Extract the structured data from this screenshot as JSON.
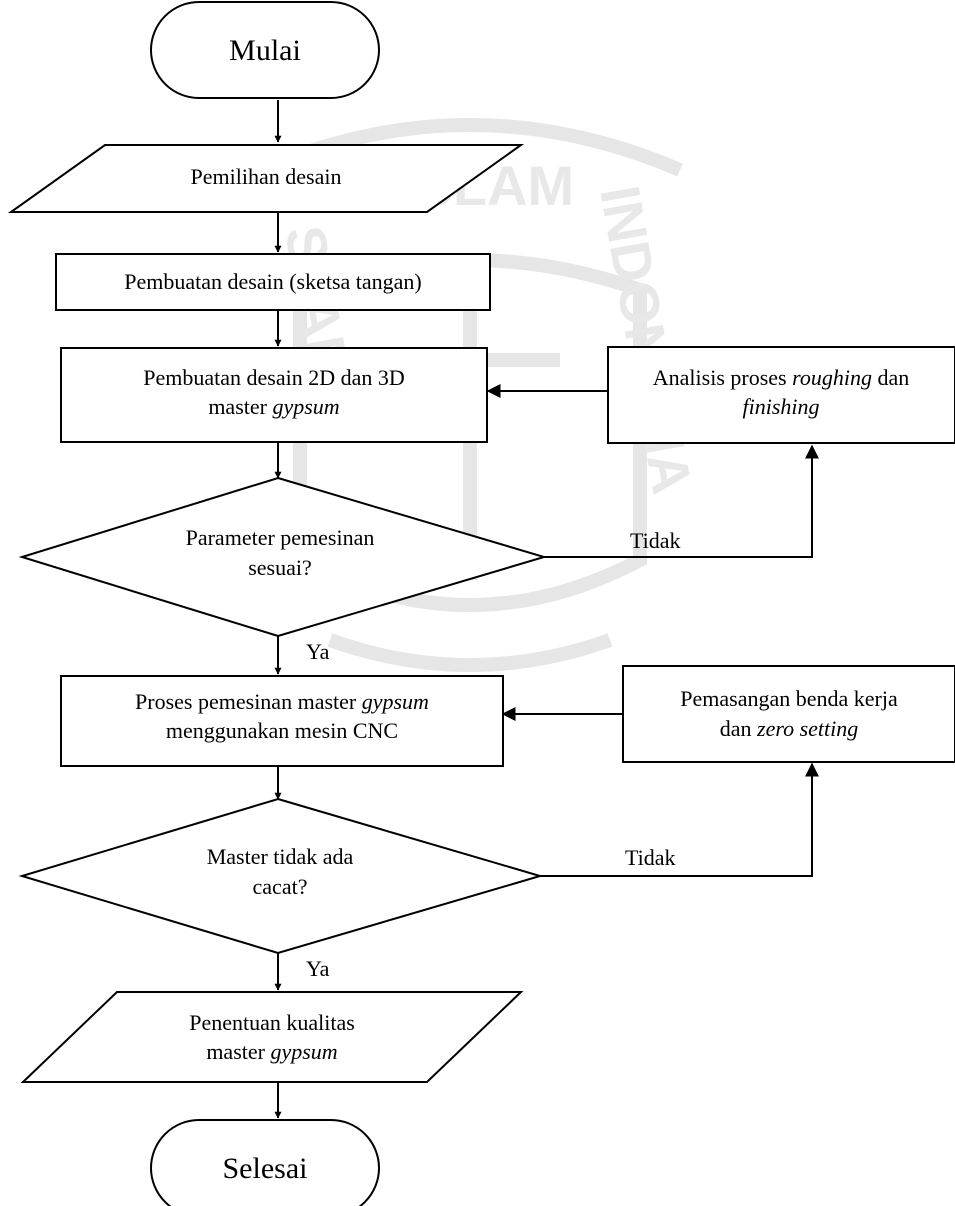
{
  "nodes": {
    "start": "Mulai",
    "pilih_desain": "Pemilihan desain",
    "sketsa": "Pembuatan desain (sketsa tangan)",
    "desain_2d3d": {
      "line1": "Pembuatan desain 2D dan 3D",
      "line2_a": "master ",
      "line2_b": "gypsum"
    },
    "analisis": {
      "line1_a": "Analisis proses ",
      "line1_b": "roughing",
      "line1_c": " dan",
      "line2": "finishing"
    },
    "cek_parameter": {
      "line1": "Parameter pemesinan",
      "line2": "sesuai?"
    },
    "proses_cnc": {
      "line1_a": "Proses pemesinan master ",
      "line1_b": "gypsum",
      "line2": "menggunakan mesin CNC"
    },
    "pemasangan": {
      "line1": "Pemasangan benda kerja",
      "line2_a": "dan ",
      "line2_b": "zero setting"
    },
    "cek_cacat": {
      "line1": "Master tidak ada",
      "line2": "cacat?"
    },
    "penentuan": {
      "line1": "Penentuan kualitas",
      "line2_a": "master ",
      "line2_b": "gypsum"
    },
    "end": "Selesai"
  },
  "edge_labels": {
    "param_no": "Tidak",
    "param_yes": "Ya",
    "cacat_no": "Tidak",
    "cacat_yes": "Ya"
  },
  "watermark": {
    "text_top": "ISLAM",
    "text_left": "SLAMIC",
    "text_right": "INDONESIA"
  }
}
